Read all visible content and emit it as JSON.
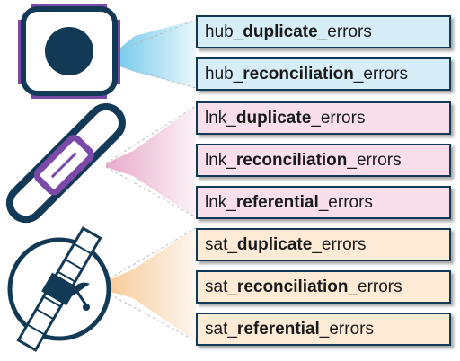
{
  "colors": {
    "hub_fill": "#d7eef9",
    "lnk_fill": "#f8dfeb",
    "sat_fill": "#fdebd6",
    "outline": "#123a57",
    "hub_accent": "#7b4aa8",
    "lnk_accent": "#7b4aa8",
    "hub_fan": "#6cc7ea",
    "lnk_fan": "#e7a6c6",
    "sat_fan": "#f6c48c"
  },
  "icons": {
    "hub": "hub-icon",
    "link": "chain-link-icon",
    "satellite": "satellite-icon"
  },
  "groups": [
    {
      "key": "hub",
      "labels": [
        {
          "prefix": "hub_",
          "bold": "duplicate",
          "suffix": "_errors"
        },
        {
          "prefix": "hub_",
          "bold": "reconciliation",
          "suffix": "_errors"
        }
      ]
    },
    {
      "key": "lnk",
      "labels": [
        {
          "prefix": "lnk_",
          "bold": "duplicate",
          "suffix": "_errors"
        },
        {
          "prefix": "lnk_",
          "bold": "reconciliation",
          "suffix": "_errors"
        },
        {
          "prefix": "lnk_",
          "bold": "referential",
          "suffix": "_errors"
        }
      ]
    },
    {
      "key": "sat",
      "labels": [
        {
          "prefix": "sat_",
          "bold": "duplicate",
          "suffix": "_errors"
        },
        {
          "prefix": "sat_",
          "bold": "reconciliation",
          "suffix": "_errors"
        },
        {
          "prefix": "sat_",
          "bold": "referential",
          "suffix": "_errors"
        }
      ]
    }
  ]
}
